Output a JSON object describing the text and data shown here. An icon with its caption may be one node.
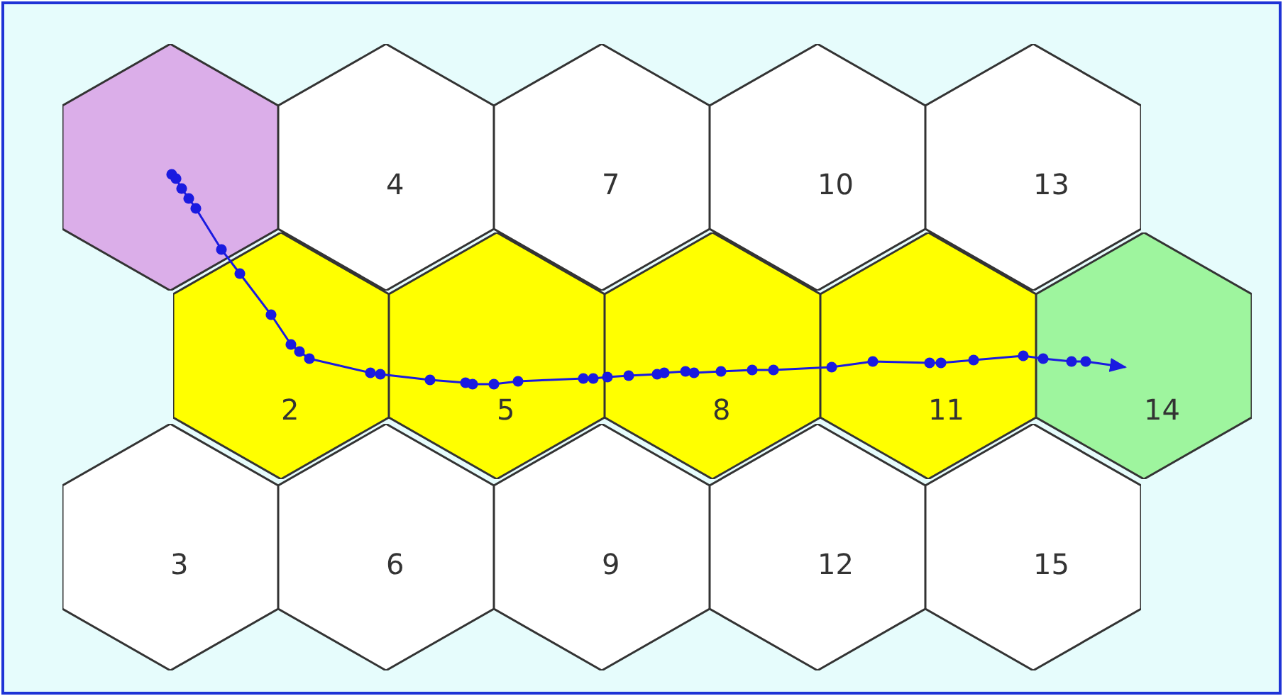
{
  "diagram": {
    "nodes": [
      {
        "text": [],
        "shape": "hexagon"
      },
      {
        "text": [
          "2"
        ]
      },
      {
        "text": [
          "3"
        ]
      },
      {
        "text": [
          "4"
        ]
      },
      {
        "text": [
          "5"
        ]
      },
      {
        "text": [
          "6"
        ]
      },
      {
        "text": [
          "7"
        ]
      },
      {
        "text": [
          "8"
        ]
      },
      {
        "text": [
          "9"
        ]
      },
      {
        "text": [
          "10"
        ]
      },
      {
        "text": [
          "11"
        ]
      },
      {
        "text": [
          "12"
        ]
      },
      {
        "text": [
          "13"
        ]
      },
      {
        "text": [
          "14"
        ]
      },
      {
        "text": [
          "15"
        ]
      }
    ],
    "edges": [
      {
        "from": 0,
        "to": 1,
        "arrow": "other"
      },
      {
        "from": 1,
        "to": 4,
        "arrow": "none"
      },
      {
        "from": 4,
        "to": 7,
        "arrow": "none"
      },
      {
        "from": 7,
        "to": 10,
        "arrow": "none"
      },
      {
        "from": 10,
        "to": 13,
        "arrow": "to"
      }
    ]
  }
}
